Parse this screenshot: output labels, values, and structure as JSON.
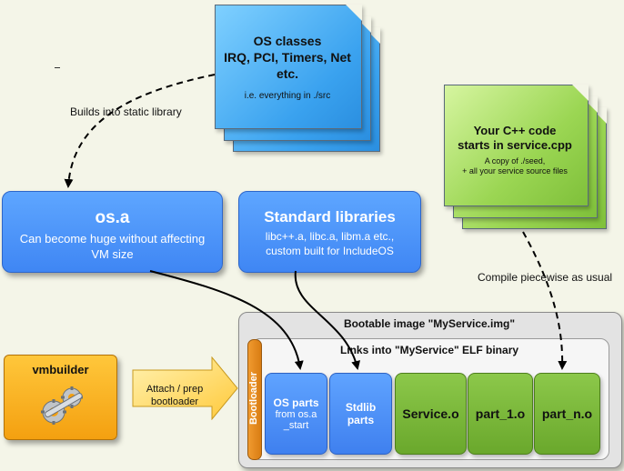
{
  "os_classes": {
    "title_lines": [
      "OS classes",
      "IRQ, PCI, Timers, Net",
      "etc."
    ],
    "note": "i.e. everything in ./src"
  },
  "your_code": {
    "title_lines": [
      "Your C++ code",
      "starts in service.cpp"
    ],
    "note_lines": [
      "A copy of ./seed,",
      "+ all your service source files"
    ]
  },
  "os_a": {
    "title": "os.a",
    "desc_lines": [
      "Can become huge without affecting",
      "VM size"
    ]
  },
  "std_libs": {
    "title": "Standard libraries",
    "desc_lines": [
      "libc++.a, libc.a, libm.a etc.,",
      "custom built for IncludeOS"
    ]
  },
  "labels": {
    "builds_into": "Builds into static library",
    "compile": "Compile piecewise as usual",
    "attach_lines": [
      "Attach / prep",
      "bootloader"
    ]
  },
  "vmbuilder": {
    "label": "vmbuilder",
    "icon": "gears-wrench-icon"
  },
  "bootable_image": {
    "title": "Bootable image \"MyService.img\"",
    "links_title": "Links into \"MyService\" ELF binary",
    "bootloader": "Bootloader",
    "os_parts": {
      "title": "OS parts",
      "sub_lines": [
        "from os.a",
        "_start"
      ]
    },
    "stdlib_parts": [
      "Stdlib",
      "parts"
    ],
    "objects": [
      "Service.o",
      "part_1.o",
      "part_n.o"
    ]
  },
  "colors": {
    "blue": "#3f86f4",
    "green": "#7fc03a",
    "orange": "#f4a010",
    "background": "#f4f5e8"
  }
}
